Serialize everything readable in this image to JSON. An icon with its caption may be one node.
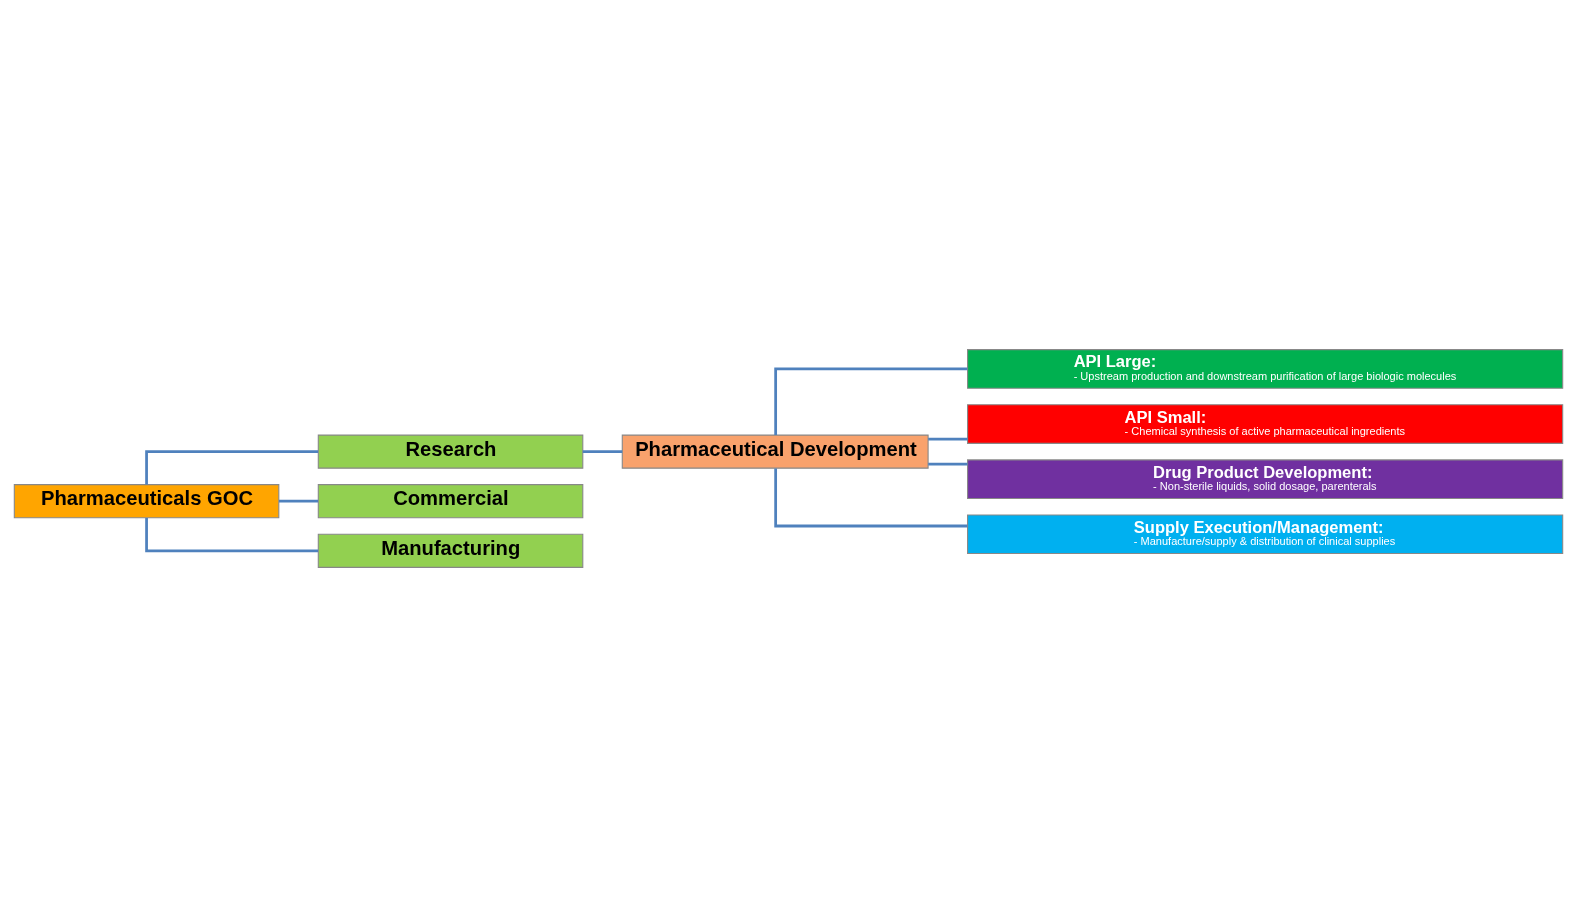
{
  "diagram": {
    "nodes": [
      {
        "text": [
          "Pharmaceuticals GOC"
        ]
      },
      {
        "text": [
          "Research"
        ]
      },
      {
        "text": [
          "Pharmaceutical Development"
        ]
      },
      {
        "text": [
          "API Large:",
          "- Upstream production and downstream purification of large biologic molecules"
        ]
      },
      {
        "text": [
          "API Small:",
          "- Chemical synthesis of active pharmaceutical ingredients"
        ]
      },
      {
        "text": [
          "Drug Product Development:",
          "- Non-sterile liquids, solid dosage, parenterals"
        ]
      },
      {
        "text": [
          "Supply Execution/Management:",
          "- Manufacture/supply & distribution of clinical supplies"
        ]
      },
      {
        "text": [
          "Commercial"
        ]
      },
      {
        "text": [
          "Manufacturing"
        ]
      }
    ],
    "edges": [
      {
        "from": 0,
        "to": 1,
        "arrow": "none"
      },
      {
        "from": 1,
        "to": 2,
        "arrow": "none"
      },
      {
        "from": 2,
        "to": 3,
        "arrow": "none"
      },
      {
        "from": 2,
        "to": 4,
        "arrow": "none"
      },
      {
        "from": 2,
        "to": 5,
        "arrow": "none"
      },
      {
        "from": 2,
        "to": 6,
        "arrow": "none"
      },
      {
        "from": 0,
        "to": 7,
        "arrow": "none"
      },
      {
        "from": 0,
        "to": 8,
        "arrow": "none"
      }
    ]
  }
}
